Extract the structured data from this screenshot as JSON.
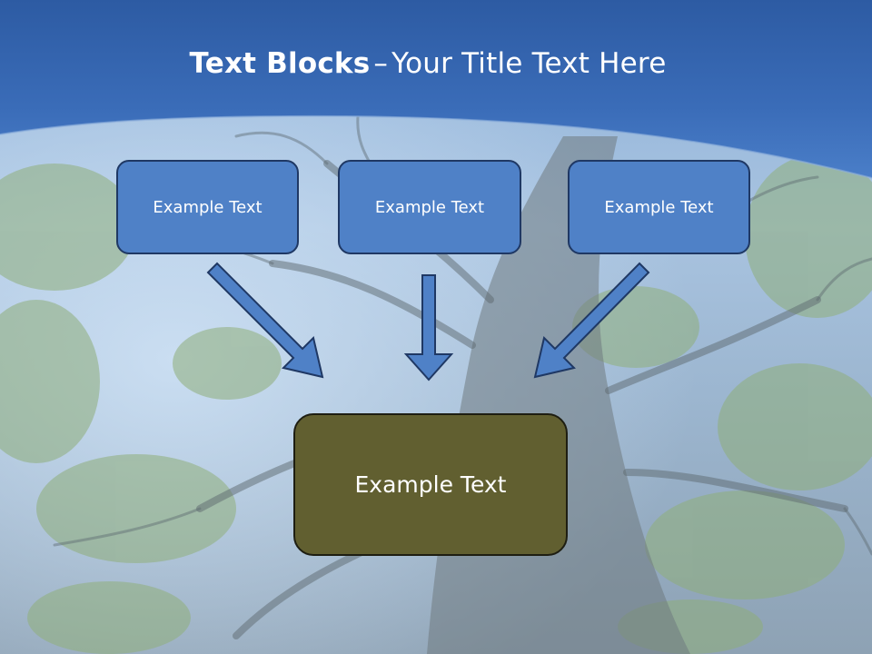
{
  "slide": {
    "title_bold": "Text Blocks",
    "title_dash": "–",
    "title_rest": "Your Title Text Here"
  },
  "diagram": {
    "top_boxes": [
      {
        "label": "Example Text"
      },
      {
        "label": "Example Text"
      },
      {
        "label": "Example Text"
      }
    ],
    "center_box": {
      "label": "Example Text"
    },
    "colors": {
      "box_fill": "#4f81c7",
      "center_fill": "#615f30",
      "header_blue": "#3d6fb8"
    }
  }
}
